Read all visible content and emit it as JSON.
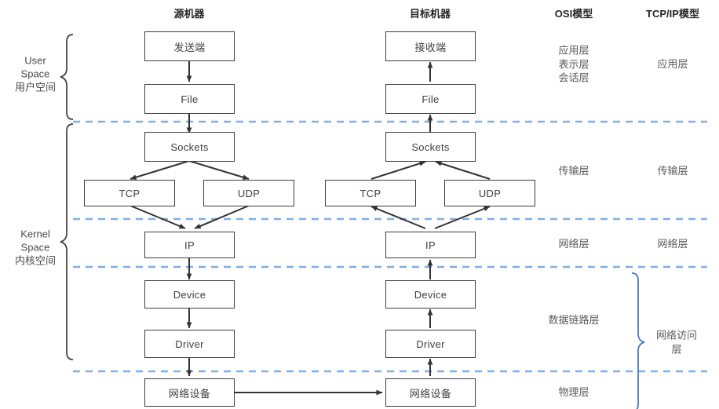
{
  "diagram": {
    "title_source": "源机器",
    "title_target": "目标机器",
    "title_osi": "OSI模型",
    "title_tcpip": "TCP/IP模型",
    "colors": {
      "box_border": "#3d3d3d",
      "arrow": "#333333",
      "divider_dashed": "#7EB0E4",
      "brace_blue": "#4472C4",
      "brace_dark": "#3d3d3d",
      "text": "#404040"
    }
  },
  "source_nodes": [
    {
      "label": "发送端"
    },
    {
      "label": "File"
    },
    {
      "label": "Sockets"
    },
    {
      "label": "TCP"
    },
    {
      "label": "UDP"
    },
    {
      "label": "IP"
    },
    {
      "label": "Device"
    },
    {
      "label": "Driver"
    },
    {
      "label": "网络设备"
    }
  ],
  "target_nodes": [
    {
      "label": "接收端"
    },
    {
      "label": "File"
    },
    {
      "label": "Sockets"
    },
    {
      "label": "TCP"
    },
    {
      "label": "UDP"
    },
    {
      "label": "IP"
    },
    {
      "label": "Device"
    },
    {
      "label": "Driver"
    },
    {
      "label": "网络设备"
    }
  ],
  "space_labels": [
    {
      "label": "User\nSpace\n用户空间"
    },
    {
      "label": "Kernel\nSpace\n内核空间"
    }
  ],
  "osi_layers": [
    {
      "label": "应用层\n表示层\n会话层"
    },
    {
      "label": "传输层"
    },
    {
      "label": "网络层"
    },
    {
      "label": "数据链路层"
    },
    {
      "label": "物理层"
    }
  ],
  "tcpip_layers": [
    {
      "label": "应用层"
    },
    {
      "label": "传输层"
    },
    {
      "label": "网络层"
    },
    {
      "label": "网络访问层"
    }
  ]
}
